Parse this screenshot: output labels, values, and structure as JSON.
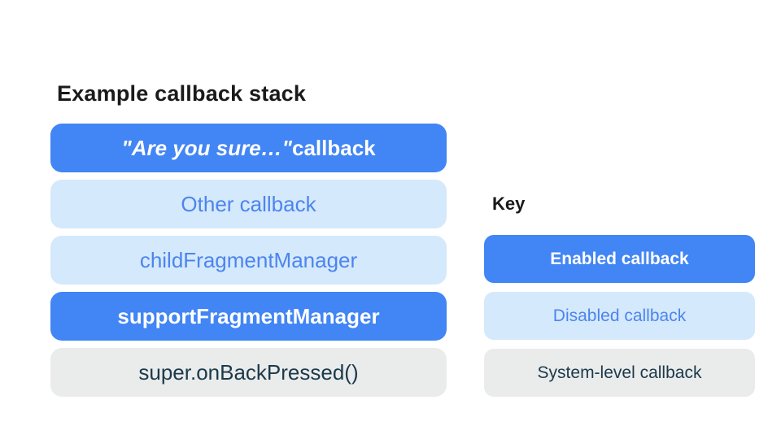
{
  "slide": {
    "background": "#FFFFFF"
  },
  "stack": {
    "title": "Example callback stack",
    "items": [
      {
        "label_italic": "\"Are you sure…\"",
        "label_rest": " callback",
        "state": "enabled"
      },
      {
        "label": "Other callback",
        "state": "disabled"
      },
      {
        "label": "childFragmentManager",
        "state": "disabled"
      },
      {
        "label": "supportFragmentManager",
        "state": "enabled"
      },
      {
        "label": "super.onBackPressed()",
        "state": "system"
      }
    ]
  },
  "key": {
    "title": "Key",
    "items": [
      {
        "label": "Enabled callback",
        "state": "enabled"
      },
      {
        "label": "Disabled callback",
        "state": "disabled"
      },
      {
        "label": "System-level callback",
        "state": "system"
      }
    ]
  },
  "colors": {
    "enabled_bg": "#4285F4",
    "enabled_text": "#FFFFFF",
    "disabled_bg": "#D4E9FB",
    "disabled_text": "#4D84EE",
    "system_bg": "#EAEBEB",
    "system_text": "#1B3A4B",
    "heading_text": "#1A1A1A"
  }
}
